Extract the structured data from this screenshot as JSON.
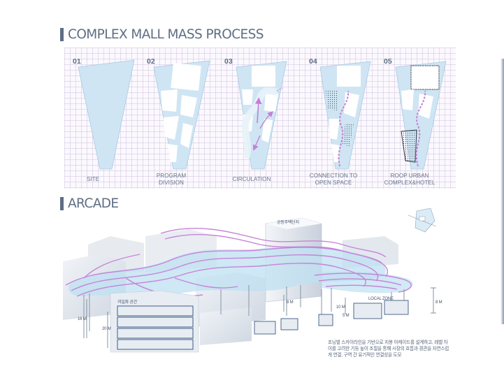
{
  "sections": {
    "process_title": "COMPLEX MALL MASS PROCESS",
    "arcade_title": "ARCADE"
  },
  "steps": [
    {
      "num": "01",
      "label": "SITE"
    },
    {
      "num": "02",
      "label": "PROGRAM\nDIVISION"
    },
    {
      "num": "03",
      "label": "CIRCULATION"
    },
    {
      "num": "04",
      "label": "CONNECTION TO\nOPEN SPACE"
    },
    {
      "num": "05",
      "label": "ROOP URBAN\nCOMPLEX&HOTEL"
    }
  ],
  "arcade": {
    "tower_label": "공동주택단지",
    "left_block_label": "과일좌 공간",
    "local_zone_label": "LOCAL ZONE",
    "dim_16": "16 M",
    "dim_20": "20 M",
    "dim_8_center": "8 M",
    "dim_10": "10 M",
    "dim_5": "5 M",
    "dim_8_right": "8 M"
  },
  "description": "조닝별 스카이라인을 기반으로 지붕 아케이드를 설계하고, 레벨 차이를 고려한 기둥 높이 조절을 통해 시장의 흐름과 경관을 자연스럽게 연결, 구역 간 유기적인 연결성을 도모",
  "colors": {
    "accent_purple": "#c67fd6",
    "site_blue": "#cfe5f3",
    "title_gray": "#5e6e84"
  }
}
